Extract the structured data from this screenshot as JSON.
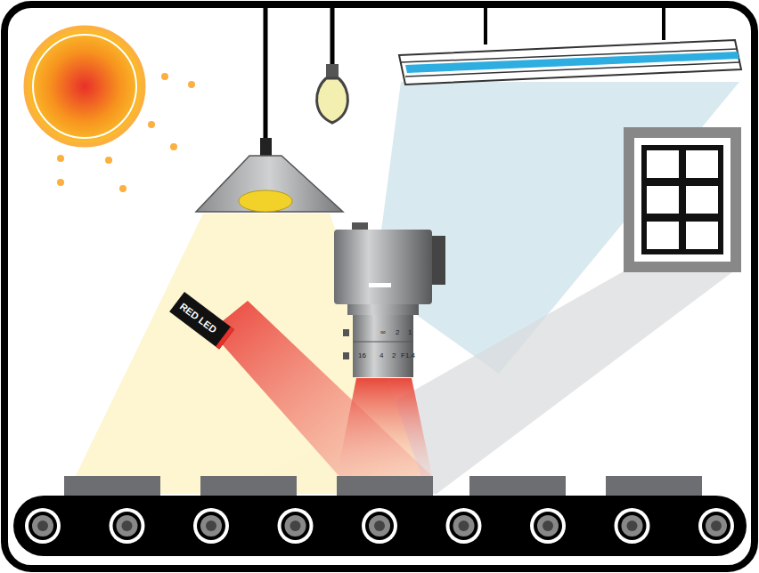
{
  "diagram": {
    "nodes": [
      {
        "text": [
          "RED LED"
        ]
      }
    ],
    "labels": [
      "∞",
      "2",
      "1",
      "16",
      "4",
      "2",
      "F1.4"
    ]
  }
}
